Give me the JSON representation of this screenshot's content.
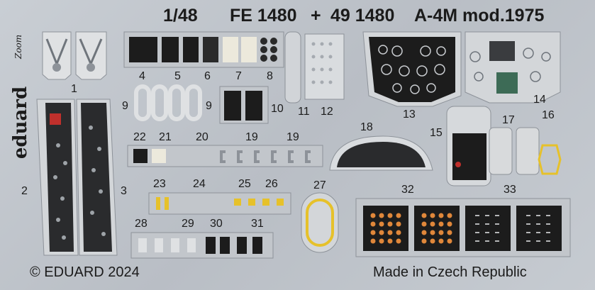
{
  "header": {
    "scale": "1/48",
    "code_a": "FE 1480",
    "plus": "+",
    "code_b": "49 1480",
    "subject": "A-4M mod.1975"
  },
  "brand": {
    "logo_text": "eduard",
    "zoom_script": "Zoom"
  },
  "footer": {
    "copyright": "© EDUARD 2024",
    "origin": "Made in Czech Republic"
  },
  "part_numbers": [
    "1",
    "2",
    "3",
    "4",
    "5",
    "6",
    "7",
    "8",
    "9",
    "9",
    "10",
    "11",
    "12",
    "13",
    "14",
    "15",
    "16",
    "17",
    "18",
    "19",
    "19",
    "20",
    "21",
    "22",
    "23",
    "24",
    "25",
    "26",
    "27",
    "28",
    "29",
    "30",
    "31",
    "32",
    "33"
  ],
  "colors": {
    "fret": "#bfc4ca",
    "panel_black": "#1c1c1c",
    "grey_panel": "#d8dadc",
    "orange_dot": "#e0873a",
    "yellow": "#e6c12a",
    "red": "#c0302c"
  }
}
